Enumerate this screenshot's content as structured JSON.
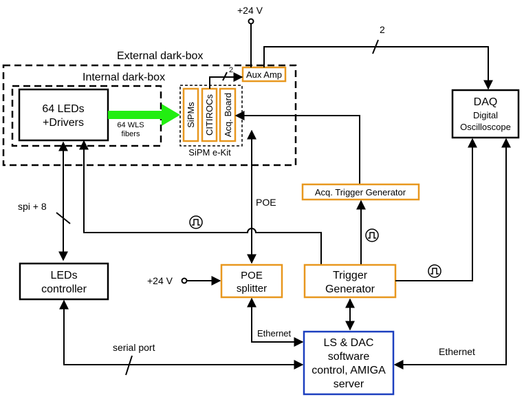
{
  "labels": {
    "external_darkbox": "External dark-box",
    "internal_darkbox": "Internal dark-box",
    "leds_drivers_line1": "64 LEDs",
    "leds_drivers_line2": "+Drivers",
    "wls_line1": "64 WLS",
    "wls_line2": "fibers",
    "sipms": "SiPMs",
    "citirocs": "CITIROCs",
    "acq_board": "Acq. Board",
    "sipm_ekit": "SiPM e-Kit",
    "aux_amp": "Aux Amp",
    "aux_bus_count": "2",
    "daq_bus_count": "2",
    "plus24v_top": "+24 V",
    "daq_line1": "DAQ",
    "daq_line2": "Digital",
    "daq_line3": "Oscilloscope",
    "acq_trigger_generator": "Acq. Trigger Generator",
    "poe": "POE",
    "spi": "spi + 8",
    "leds_controller_line1": "LEDs",
    "leds_controller_line2": "controller",
    "plus24v_left": "+24 V",
    "poe_splitter_line1": "POE",
    "poe_splitter_line2": "splitter",
    "trigger_line1": "Trigger",
    "trigger_line2": "Generator",
    "ethernet_left": "Ethernet",
    "ethernet_right": "Ethernet",
    "serial_port": "serial port",
    "server_line1": "LS & DAC",
    "server_line2": "software",
    "server_line3": "control, AMIGA",
    "server_line4": "server"
  },
  "colors": {
    "orange": "#e8971e",
    "blue": "#1c3fbf",
    "green": "#22ee11"
  }
}
